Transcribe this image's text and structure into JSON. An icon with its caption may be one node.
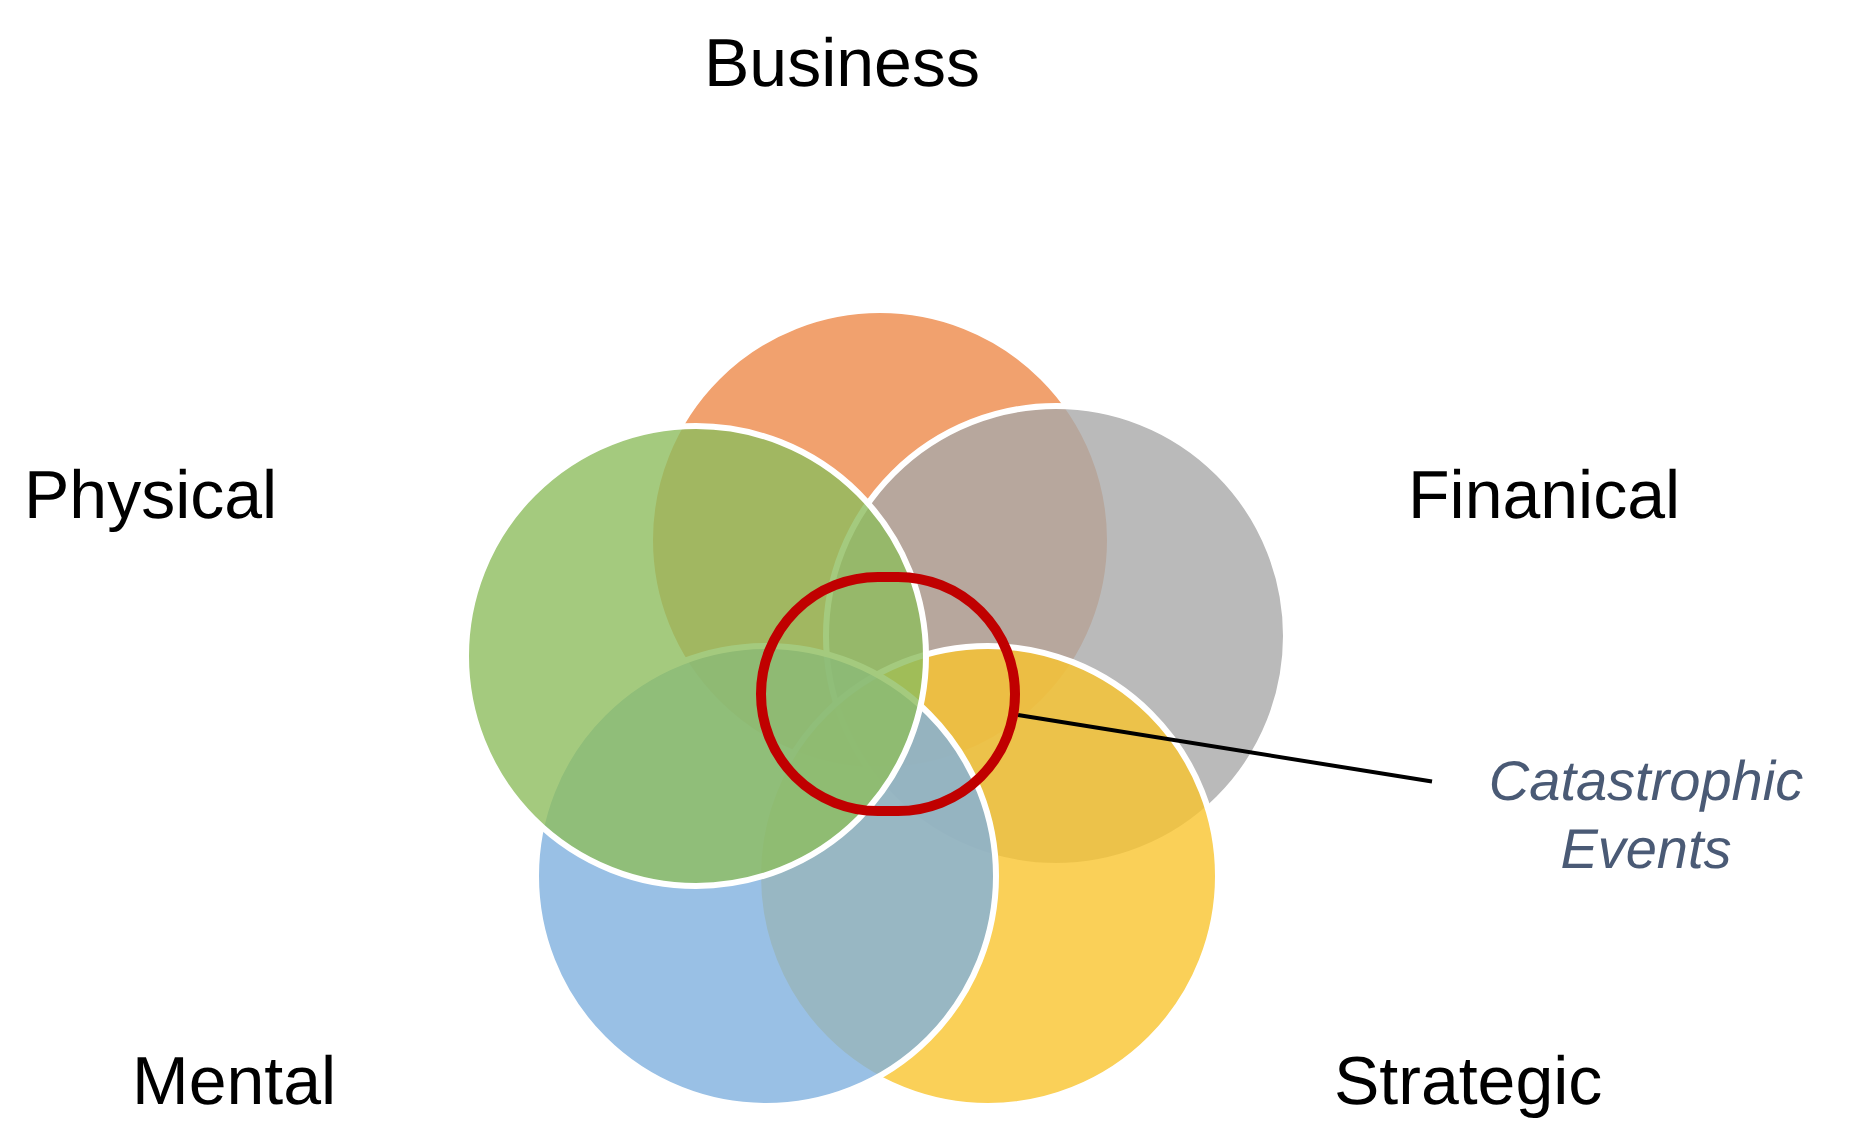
{
  "diagram": {
    "nodes": [
      {
        "text": [],
        "shape": "circle"
      },
      {
        "text": [
          "Catastrophic Events"
        ]
      }
    ],
    "edges": [
      {
        "from": 1,
        "to": 0,
        "arrow": "none"
      }
    ],
    "labels": [
      "Business",
      "Physical",
      "Finanical",
      "Mental",
      "Strategic"
    ]
  }
}
